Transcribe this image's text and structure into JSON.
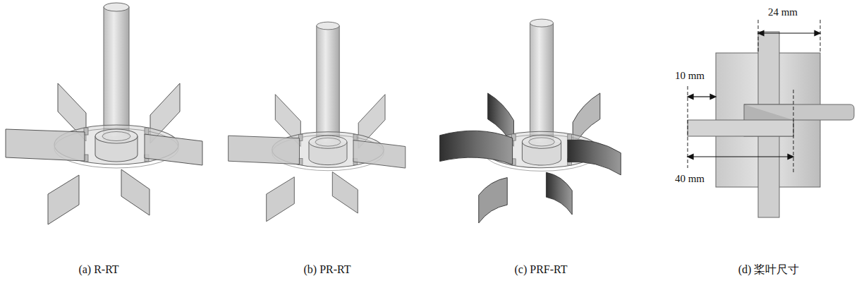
{
  "diagram": {
    "labels": [
      "24 mm",
      "10 mm",
      "40 mm",
      "(a) R-RT",
      "(b) PR-RT",
      "(c) PRF-RT",
      "(d) 桨叶尺寸"
    ]
  }
}
